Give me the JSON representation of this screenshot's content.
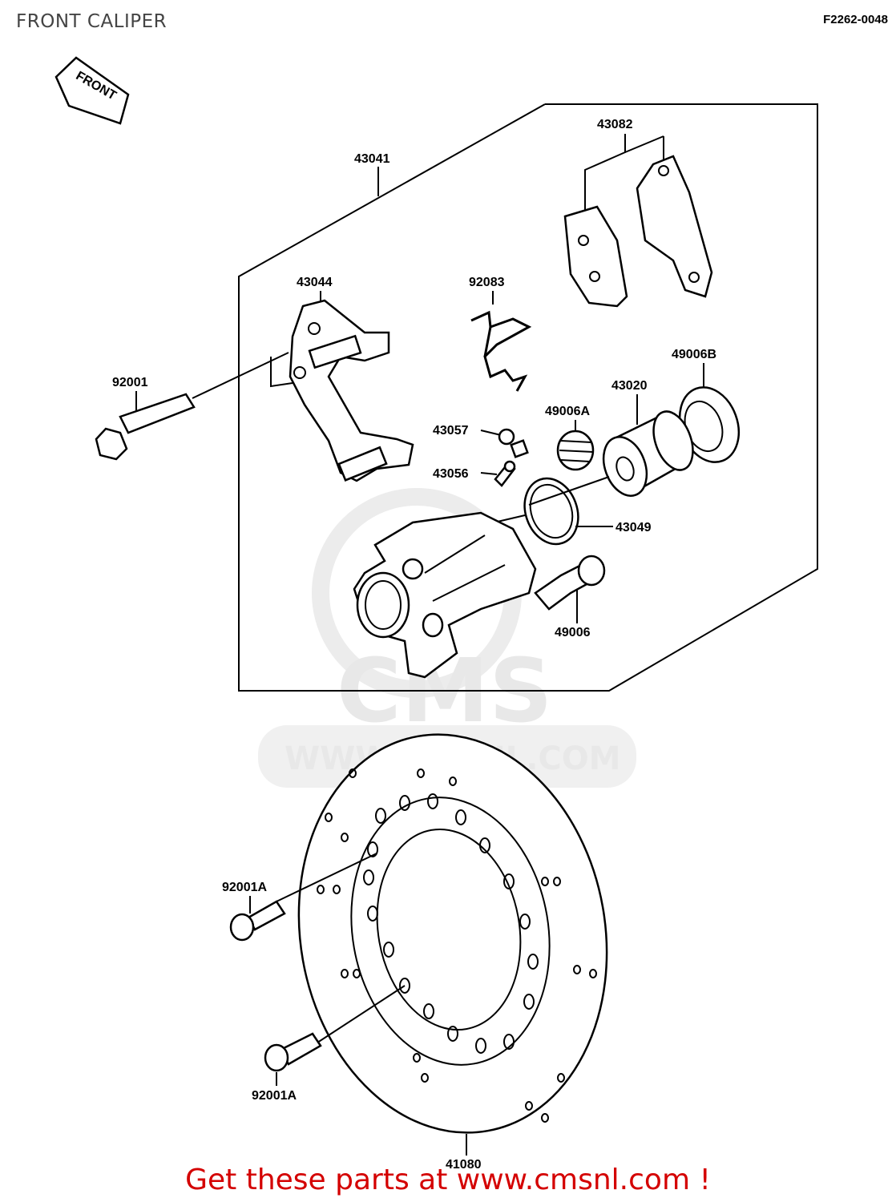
{
  "header": {
    "title": "FRONT CALIPER",
    "diagram_code": "F2262-0048"
  },
  "arrow": {
    "label": "FRONT"
  },
  "watermark": {
    "brand": "CMS",
    "url": "WWW.CMSNL.COM"
  },
  "parts": {
    "p43041": "43041",
    "p43082": "43082",
    "p43044": "43044",
    "p92083": "92083",
    "p49006B": "49006B",
    "p92001": "92001",
    "p43020": "43020",
    "p49006A": "49006A",
    "p43057": "43057",
    "p43056": "43056",
    "p43049": "43049",
    "p49006": "49006",
    "p92001A_top": "92001A",
    "p92001A_bottom": "92001A",
    "p41080": "41080"
  },
  "footer": {
    "text": "Get these parts at www.cmsnl.com !"
  }
}
